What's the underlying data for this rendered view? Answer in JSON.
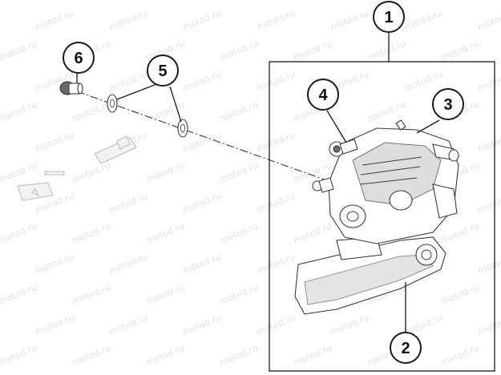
{
  "watermark": {
    "text": "motod.ru"
  },
  "callouts": [
    {
      "id": "1",
      "label": "1"
    },
    {
      "id": "2",
      "label": "2"
    },
    {
      "id": "3",
      "label": "3"
    },
    {
      "id": "4",
      "label": "4"
    },
    {
      "id": "5",
      "label": "5"
    },
    {
      "id": "6",
      "label": "6"
    }
  ]
}
